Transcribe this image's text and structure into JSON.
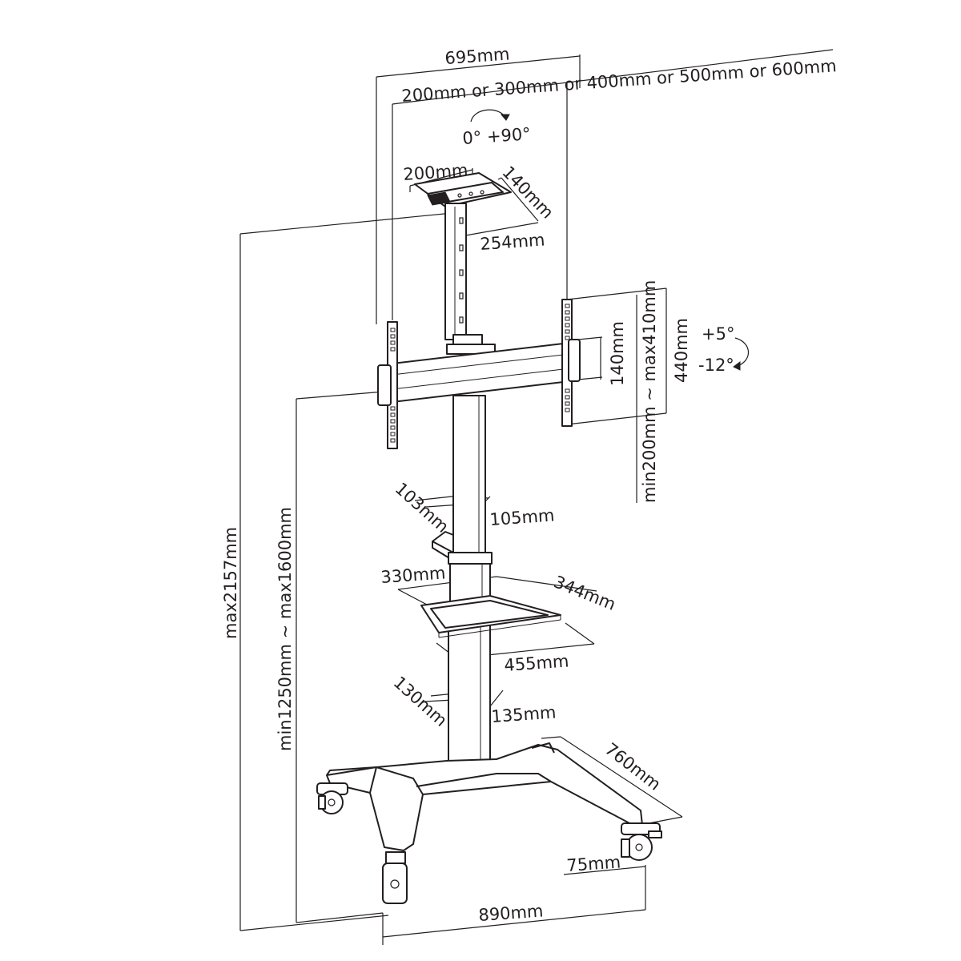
{
  "colors": {
    "line": "#231f20",
    "background": "#ffffff"
  },
  "labels": {
    "width_total": "695mm",
    "vesa_width": "200mm or 300mm or 400mm or 500mm or 600mm",
    "rotation": "0°  +90°",
    "shelf_top_width": "200mm",
    "shelf_top_depth": "140mm",
    "shelf_top_height": "254mm",
    "bracket_height": "140mm",
    "vesa_height": "min200mm ~ max410mm",
    "bracket_total_height": "440mm",
    "tilt_up": "+5°",
    "tilt_down": "-12°",
    "upper_pole_depth": "103mm",
    "upper_pole_width": "105mm",
    "shelf_width": "330mm",
    "shelf_depth": "344mm",
    "shelf_base_width": "455mm",
    "lower_pole_depth": "130mm",
    "lower_pole_width": "135mm",
    "base_depth": "760mm",
    "caster_offset": "75mm",
    "base_width": "890mm",
    "max_height": "max2157mm",
    "mount_height": "min1250mm ~ max1600mm"
  }
}
